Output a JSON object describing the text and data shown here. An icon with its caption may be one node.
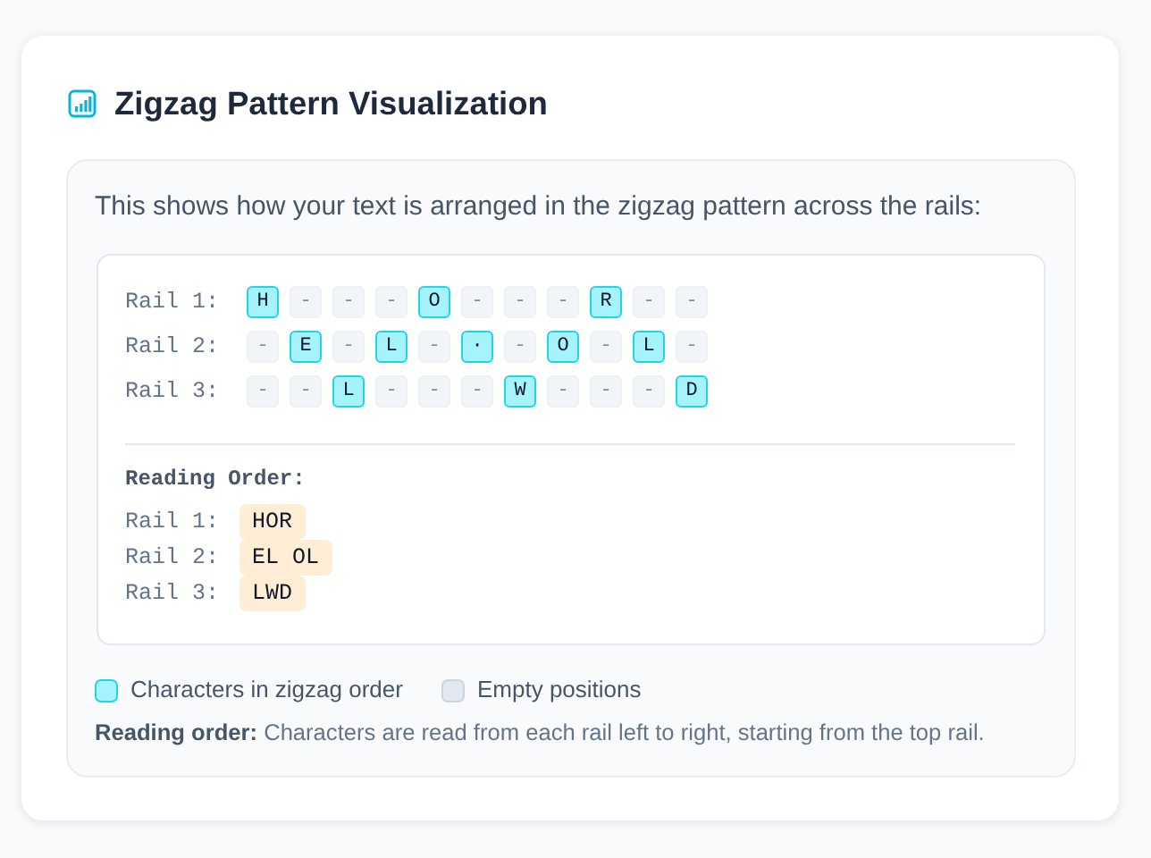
{
  "diagram": {
    "title": "Zigzag Pattern Visualization",
    "nodes": [
      {
        "text": [
          "H"
        ]
      },
      {
        "text": [
          "-"
        ]
      },
      {
        "text": [
          "-"
        ]
      },
      {
        "text": [
          "-"
        ]
      },
      {
        "text": [
          "O"
        ]
      },
      {
        "text": [
          "-"
        ]
      },
      {
        "text": [
          "-"
        ]
      },
      {
        "text": [
          "-"
        ]
      },
      {
        "text": [
          "R"
        ]
      },
      {
        "text": [
          "-"
        ]
      },
      {
        "text": [
          "-"
        ]
      },
      {
        "text": [
          "-"
        ]
      },
      {
        "text": [
          "E"
        ]
      },
      {
        "text": [
          "-"
        ]
      },
      {
        "text": [
          "L"
        ]
      },
      {
        "text": [
          "-"
        ]
      },
      {
        "text": [
          "·"
        ]
      },
      {
        "text": [
          "-"
        ]
      },
      {
        "text": [
          "O"
        ]
      },
      {
        "text": [
          "-"
        ]
      },
      {
        "text": [
          "L"
        ]
      },
      {
        "text": [
          "-"
        ]
      },
      {
        "text": [
          "-"
        ]
      },
      {
        "text": [
          "-"
        ]
      },
      {
        "text": [
          "L"
        ]
      },
      {
        "text": [
          "-"
        ]
      },
      {
        "text": [
          "-"
        ]
      },
      {
        "text": [
          "-"
        ]
      },
      {
        "text": [
          "W"
        ]
      },
      {
        "text": [
          "-"
        ]
      },
      {
        "text": [
          "-"
        ]
      },
      {
        "text": [
          "-"
        ]
      },
      {
        "text": [
          "D"
        ]
      },
      {
        "text": [
          "HOR"
        ]
      },
      {
        "text": [
          "EL OL"
        ]
      },
      {
        "text": [
          "LWD"
        ]
      }
    ],
    "labels": [
      "This shows how your text is arranged in the zigzag pattern across the rails:",
      "Rail 1:",
      "Rail 2:",
      "Rail 3:",
      "Reading Order:",
      "Rail 1:",
      "Rail 2:",
      "Rail 3:",
      "**Reading order:** Characters are read from each rail left to right, starting from the top rail."
    ],
    "legend": [
      {
        "text": "Characters in zigzag order",
        "color": "#a5f3fc"
      },
      {
        "text": "Empty positions",
        "color": "#e2e8f0"
      }
    ]
  }
}
